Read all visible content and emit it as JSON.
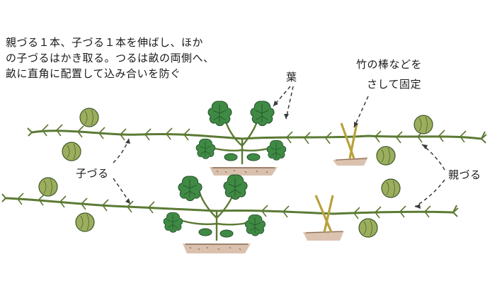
{
  "labels": {
    "instruction_line1": "親づる１本、子づる１本を伸ばし、ほか",
    "instruction_line2": "の子づるはかき取る。つるは畝の両側へ、",
    "instruction_line3": "畝に直角に配置して込み合いを防ぐ",
    "leaf": "葉",
    "bamboo_line1": "竹の棒などを",
    "bamboo_line2": "さして固定",
    "child_vine": "子づる",
    "parent_vine": "親づる"
  },
  "colors": {
    "vine": "#5b7a33",
    "leaf": "#3f8a44",
    "leaf_outline": "#24502a",
    "melon": "#9cae5e",
    "stake": "#b9a23c",
    "soil": "#c9a78e",
    "arrow": "#3a3a3a"
  }
}
